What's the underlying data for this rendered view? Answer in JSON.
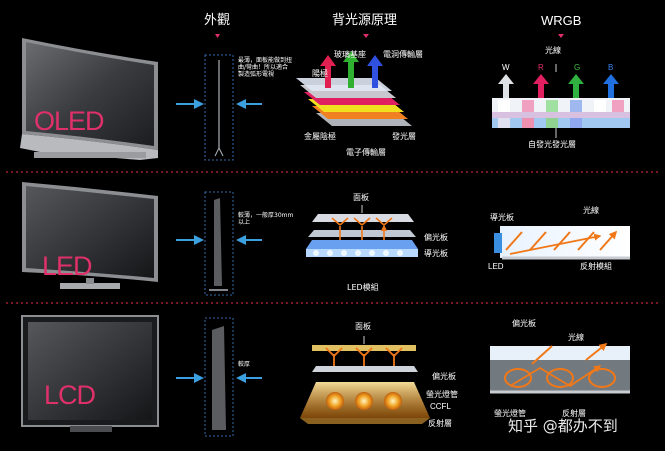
{
  "headers": {
    "appearance": "外觀",
    "backlight": "背光源原理",
    "wrgb": "WRGB"
  },
  "rows": {
    "oled": {
      "tv_label": "OLED",
      "side_note": "最薄，面板能做到扭曲/彎曲！所以適合製造弧形電視",
      "backlight_labels": {
        "anode": "陽極",
        "glass": "玻璃基座",
        "hole": "電洞傳輸層",
        "cathode": "金屬陰極",
        "emit": "發光層",
        "electron": "電子傳輸層"
      },
      "wrgb_labels": {
        "light": "光線",
        "w": "W",
        "r": "R",
        "g": "G",
        "b": "B",
        "self": "自發光發光層"
      }
    },
    "led": {
      "tv_label": "LED",
      "side_note": "較薄，一般厚30mm以上",
      "backlight_labels": {
        "panel": "面板",
        "polarizer": "偏光板",
        "guide": "導光板",
        "module": "LED模組"
      },
      "wrgb_labels": {
        "guide": "導光板",
        "light": "光線",
        "led": "LED",
        "reflect": "反射模組"
      }
    },
    "lcd": {
      "tv_label": "LCD",
      "side_note": "較厚",
      "backlight_labels": {
        "panel": "面板",
        "polarizer": "偏光板",
        "tube": "螢光燈管",
        "ccfl": "CCFL",
        "reflector": "反射層"
      },
      "wrgb_labels": {
        "polarizer": "偏光板",
        "light": "光線",
        "tube": "螢光燈管",
        "reflect": "反射層"
      }
    }
  },
  "watermark": "知乎 @都办不到",
  "colors": {
    "accent_pink": "#e0306a",
    "arrow_blue": "#3aa0e0",
    "divider_red": "#c0203a",
    "orange": "#f08020"
  }
}
